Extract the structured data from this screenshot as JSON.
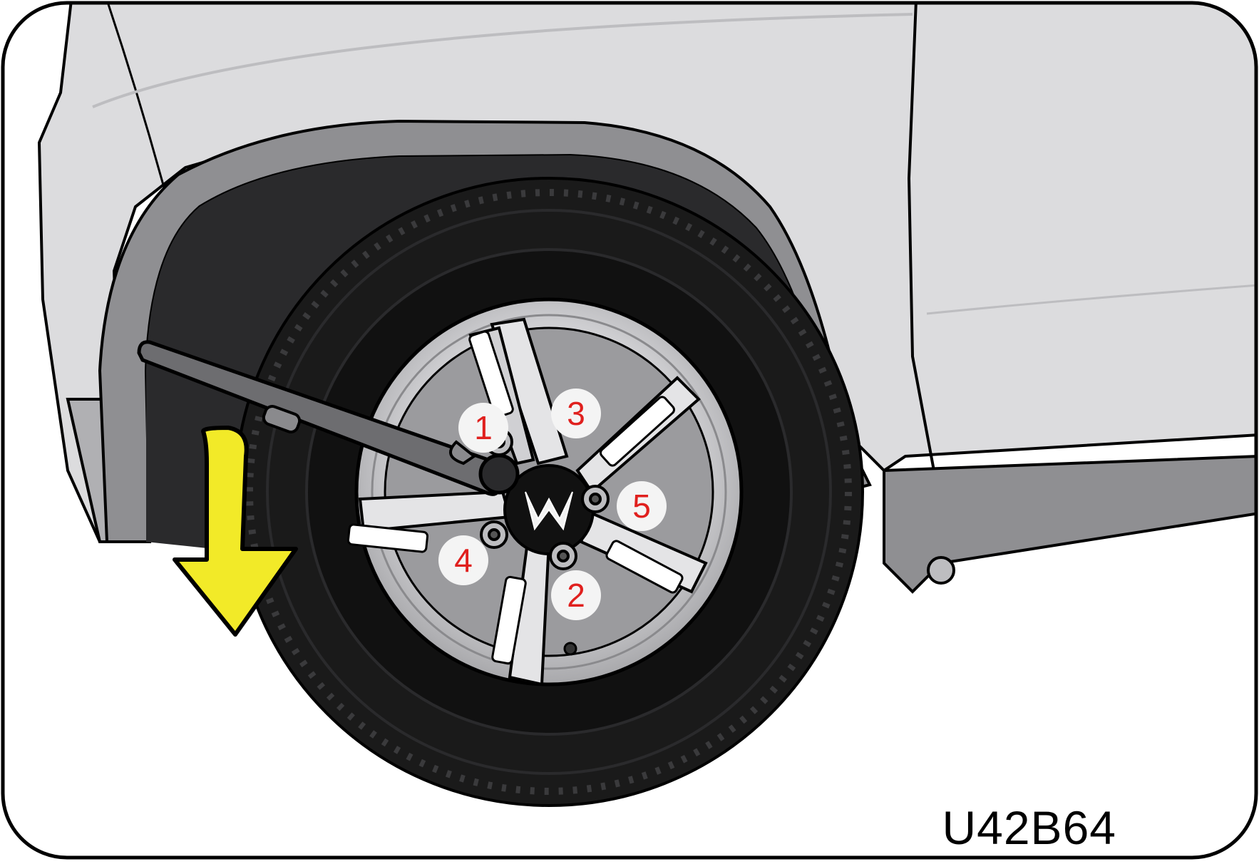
{
  "figure_code": "U42B64",
  "lug_nut_sequence": [
    "1",
    "2",
    "3",
    "4",
    "5"
  ],
  "arrow": {
    "direction": "down",
    "color": "#f2ea28"
  },
  "icons": {
    "wrench": "wheel-wrench-icon",
    "arrow": "rotate-down-arrow-icon",
    "logo": "brand-logo-icon"
  },
  "colors": {
    "body": "#dcdcde",
    "trim": "#8f8f92",
    "tire": "#1a1a1a",
    "rim": "#c9c9cc",
    "label": "#e0201e"
  }
}
